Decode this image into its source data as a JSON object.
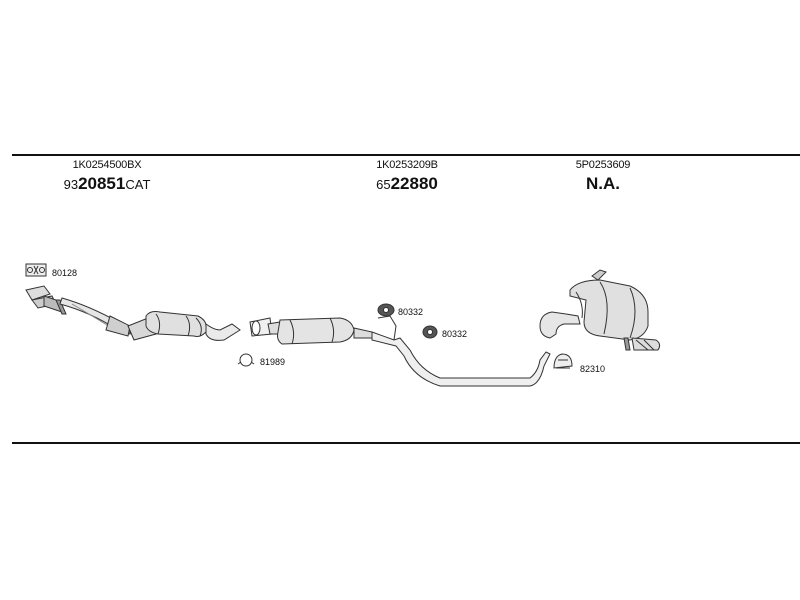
{
  "parts": [
    {
      "ref": "1K0254500BX",
      "prefix": "93",
      "main": "20851",
      "suffix": "CAT"
    },
    {
      "ref": "1K0253209B",
      "prefix": "65",
      "main": "22880",
      "suffix": ""
    },
    {
      "ref": "5P0253609",
      "prefix": "",
      "main": "N.A.",
      "suffix": ""
    }
  ],
  "accessories": {
    "gasket": "80128",
    "clamp": "81989",
    "hanger_upper": "80332",
    "hanger_lower": "80332",
    "rear_clamp": "82310"
  }
}
